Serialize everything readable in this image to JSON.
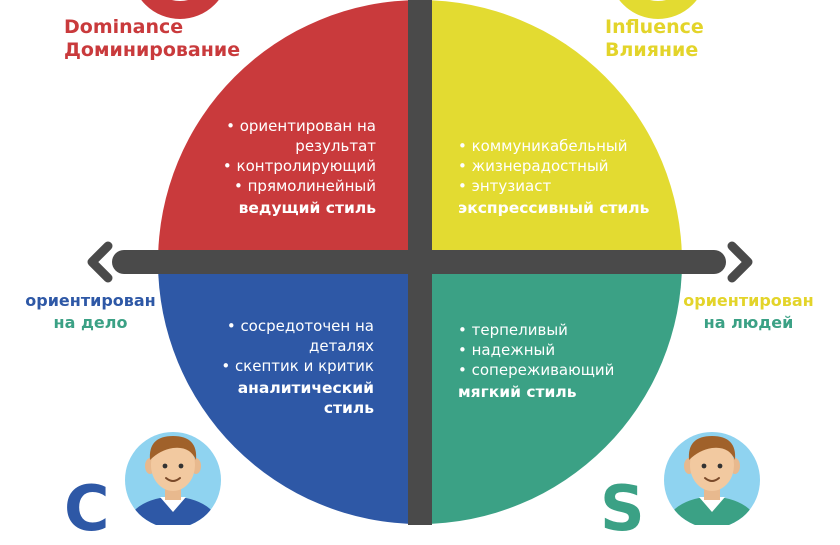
{
  "colors": {
    "dominance": "#C93A3C",
    "influence": "#E3DB31",
    "steadiness": "#3BA185",
    "conscientiousness": "#2E58A6",
    "axis": "#4A4A4A",
    "task_label": "#2E58A6",
    "people_label": "#3BA185",
    "influence_title": "#E3D42A"
  },
  "letters": {
    "c": "C",
    "s": "S"
  },
  "dominance": {
    "title_en": "Dominance",
    "title_ru": "Доминирование"
  },
  "influence": {
    "title_en": "Influence",
    "title_ru": "Влияние"
  },
  "axis": {
    "left_line1": "ориентирован",
    "left_line2": "на дело",
    "right_line1": "ориентирован",
    "right_line2": "на людей"
  },
  "quadrants": {
    "d": {
      "items": [
        "ориентирован на",
        "результат",
        "контролирующий",
        "прямолинейный"
      ],
      "style": "ведущий стиль"
    },
    "i": {
      "items": [
        "коммуникабельный",
        "жизнерадостный",
        "энтузиаст"
      ],
      "style": "экспрессивный стиль"
    },
    "c": {
      "items": [
        "сосредоточен на",
        "деталях",
        "скептик и критик"
      ],
      "style_line1": "аналитический",
      "style_line2": "стиль"
    },
    "s": {
      "items": [
        "терпеливый",
        "надежный",
        "сопереживающий"
      ],
      "style": "мягкий стиль"
    }
  },
  "icons": {
    "arrow_left": "chevron-left-icon",
    "arrow_right": "chevron-right-icon",
    "avatar_c": "person-avatar-icon",
    "avatar_s": "person-avatar-icon"
  }
}
